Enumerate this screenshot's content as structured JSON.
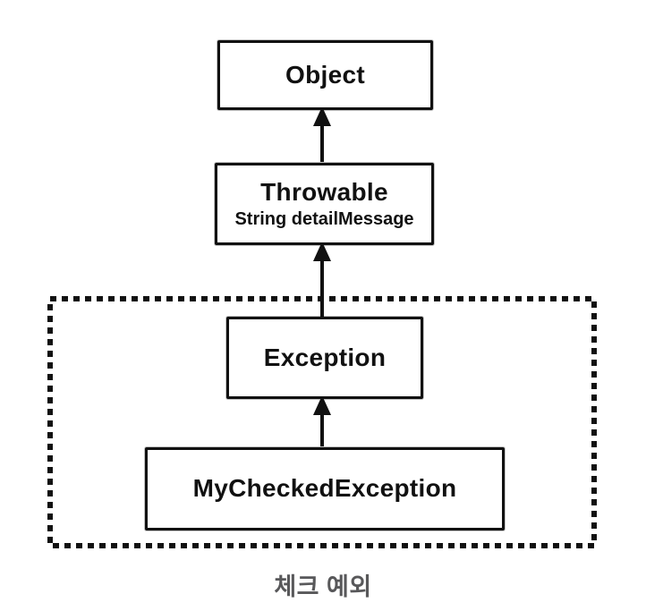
{
  "diagram": {
    "type": "class-hierarchy",
    "nodes": [
      {
        "id": "object",
        "label": "Object"
      },
      {
        "id": "throwable",
        "label": "Throwable",
        "field": "String detailMessage"
      },
      {
        "id": "exception",
        "label": "Exception"
      },
      {
        "id": "my-checked-exception",
        "label": "MyCheckedException"
      }
    ],
    "edges": [
      {
        "from": "throwable",
        "to": "object",
        "style": "solid-arrow-up"
      },
      {
        "from": "exception",
        "to": "throwable",
        "style": "solid-arrow-up"
      },
      {
        "from": "my-checked-exception",
        "to": "exception",
        "style": "solid-arrow-up"
      }
    ],
    "group": {
      "label": "체크 예외",
      "members": [
        "exception",
        "my-checked-exception"
      ],
      "border_style": "dotted"
    }
  },
  "colors": {
    "ink": "#111111",
    "caption": "#58585a",
    "box-bg": "#ffffff",
    "page-bg": "#ffffff"
  }
}
